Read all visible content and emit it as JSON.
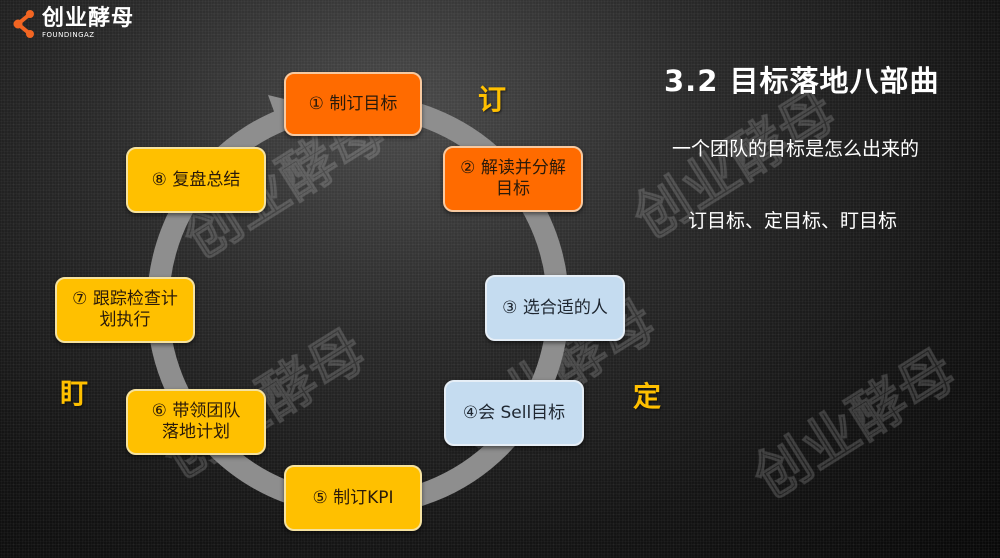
{
  "logo": {
    "name_cn": "创业酵母",
    "name_en": "FOUNDINGAZ",
    "accent_color": "#f26522"
  },
  "title": "3.2 目标落地八部曲",
  "subtitle": "一个团队的目标是怎么出来的",
  "subtitle2": "订目标、定目标、盯目标",
  "phases": {
    "ding1": "订",
    "ding2": "定",
    "ding3": "盯"
  },
  "steps": [
    {
      "label": "① 制订目标",
      "color": "#ff6b00"
    },
    {
      "label": "② 解读并分解\n目标",
      "line1": "② 解读并分解",
      "line2": "目标",
      "color": "#ff6b00"
    },
    {
      "label": "③ 选合适的人",
      "color": "#c5dcf0"
    },
    {
      "label": "④会 Sell目标",
      "color": "#c5dcf0"
    },
    {
      "label": "⑤ 制订KPI",
      "color": "#ffc000"
    },
    {
      "label": "⑥ 带领团队\n落地计划",
      "line1": "⑥ 带领团队",
      "line2": "落地计划",
      "color": "#ffc000"
    },
    {
      "label": "⑦ 跟踪检查计\n划执行",
      "line1": "⑦ 跟踪检查计",
      "line2": "划执行",
      "color": "#ffc000"
    },
    {
      "label": "⑧ 复盘总结",
      "color": "#ffc000"
    }
  ],
  "watermark": "创业酵母"
}
